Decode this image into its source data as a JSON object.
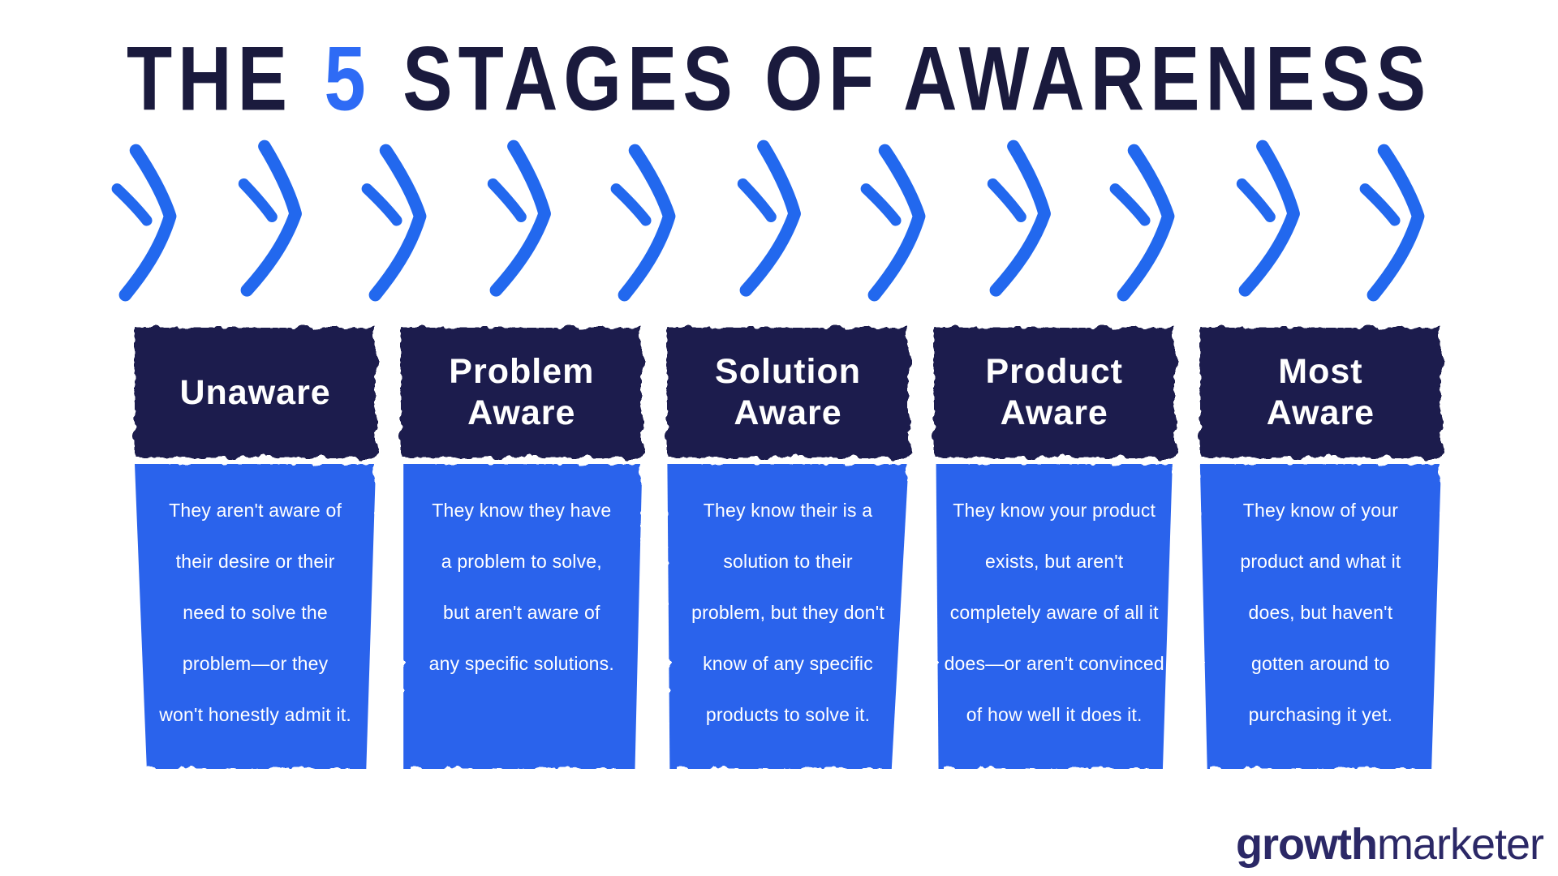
{
  "title": {
    "prefix": "THE",
    "highlight": "5",
    "suffix": "STAGES OF AWARENESS"
  },
  "arrows": {
    "count": 11,
    "icon": "chevron-right-icon"
  },
  "stages": [
    {
      "title": "Unaware",
      "lines": [
        "They aren't aware of",
        "their desire or their",
        "need to solve the",
        "problem—or they",
        "won't honestly admit it."
      ]
    },
    {
      "title": "Problem\nAware",
      "lines": [
        "They know they have",
        "a problem to solve,",
        "but aren't aware of",
        "any specific solutions."
      ]
    },
    {
      "title": "Solution\nAware",
      "lines": [
        "They know their is a",
        "solution to their",
        "problem, but they don't",
        "know of any specific",
        "products to solve it."
      ]
    },
    {
      "title": "Product\nAware",
      "lines": [
        "They know your product",
        "exists, but aren't",
        "completely aware of all it",
        "does—or aren't convinced",
        "of how well it does it."
      ]
    },
    {
      "title": "Most\nAware",
      "lines": [
        "They know of your",
        "product and what it",
        "does, but haven't",
        "gotten around to",
        "purchasing it yet."
      ]
    }
  ],
  "footer": {
    "brand_bold": "growth",
    "brand_light": "marketer"
  },
  "colors": {
    "title_navy": "#1a1a3d",
    "accent_blue": "#2e6bf5",
    "arrow_blue": "#2268ee",
    "header_navy": "#1b1b4d",
    "body_blue": "#2b64ec",
    "logo_navy": "#2b2866",
    "background": "#ffffff"
  }
}
